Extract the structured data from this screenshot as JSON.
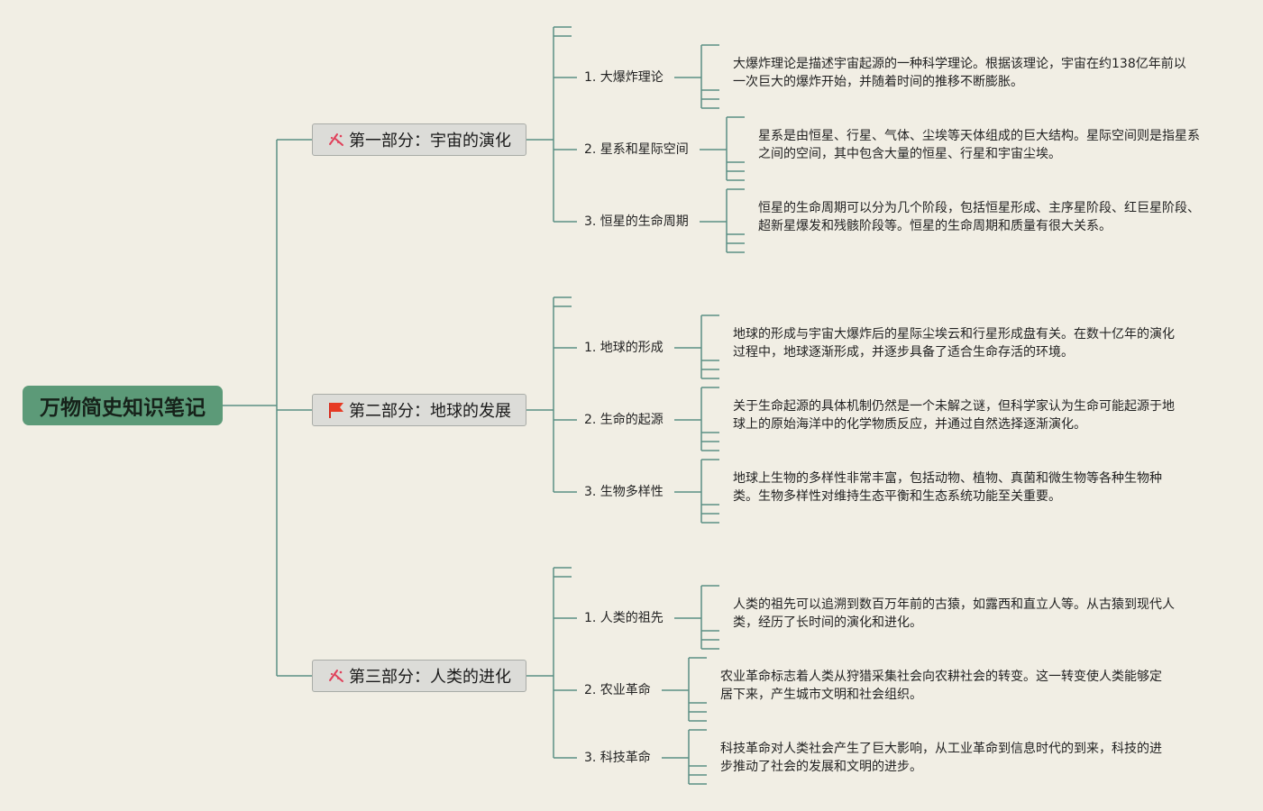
{
  "root": {
    "title": "万物简史知识笔记"
  },
  "sections": [
    {
      "icon": "sparkle-icon",
      "title": "第一部分：宇宙的演化",
      "topics": [
        {
          "label": "1. 大爆炸理论",
          "desc": "大爆炸理论是描述宇宙起源的一种科学理论。根据该理论，宇宙在约138亿年前以一次巨大的爆炸开始，并随着时间的推移不断膨胀。"
        },
        {
          "label": "2. 星系和星际空间",
          "desc": "星系是由恒星、行星、气体、尘埃等天体组成的巨大结构。星际空间则是指星系之间的空间，其中包含大量的恒星、行星和宇宙尘埃。"
        },
        {
          "label": "3. 恒星的生命周期",
          "desc": "恒星的生命周期可以分为几个阶段，包括恒星形成、主序星阶段、红巨星阶段、超新星爆发和残骸阶段等。恒星的生命周期和质量有很大关系。"
        }
      ]
    },
    {
      "icon": "red-flag-icon",
      "title": "第二部分：地球的发展",
      "topics": [
        {
          "label": "1. 地球的形成",
          "desc": "地球的形成与宇宙大爆炸后的星际尘埃云和行星形成盘有关。在数十亿年的演化过程中，地球逐渐形成，并逐步具备了适合生命存活的环境。"
        },
        {
          "label": "2. 生命的起源",
          "desc": "关于生命起源的具体机制仍然是一个未解之谜，但科学家认为生命可能起源于地球上的原始海洋中的化学物质反应，并通过自然选择逐渐演化。"
        },
        {
          "label": "3. 生物多样性",
          "desc": "地球上生物的多样性非常丰富，包括动物、植物、真菌和微生物等各种生物种类。生物多样性对维持生态平衡和生态系统功能至关重要。"
        }
      ]
    },
    {
      "icon": "sparkle-icon",
      "title": "第三部分：人类的进化",
      "topics": [
        {
          "label": "1. 人类的祖先",
          "desc": "人类的祖先可以追溯到数百万年前的古猿，如露西和直立人等。从古猿到现代人类，经历了长时间的演化和进化。"
        },
        {
          "label": "2. 农业革命",
          "desc": "农业革命标志着人类从狩猎采集社会向农耕社会的转变。这一转变使人类能够定居下来，产生城市文明和社会组织。"
        },
        {
          "label": "3. 科技革命",
          "desc": "科技革命对人类社会产生了巨大影响，从工业革命到信息时代的到来，科技的进步推动了社会的发展和文明的进步。"
        }
      ]
    }
  ],
  "colors": {
    "line": "#5a8f84",
    "root_bg": "#5c9a78",
    "background": "#f1eee4"
  }
}
